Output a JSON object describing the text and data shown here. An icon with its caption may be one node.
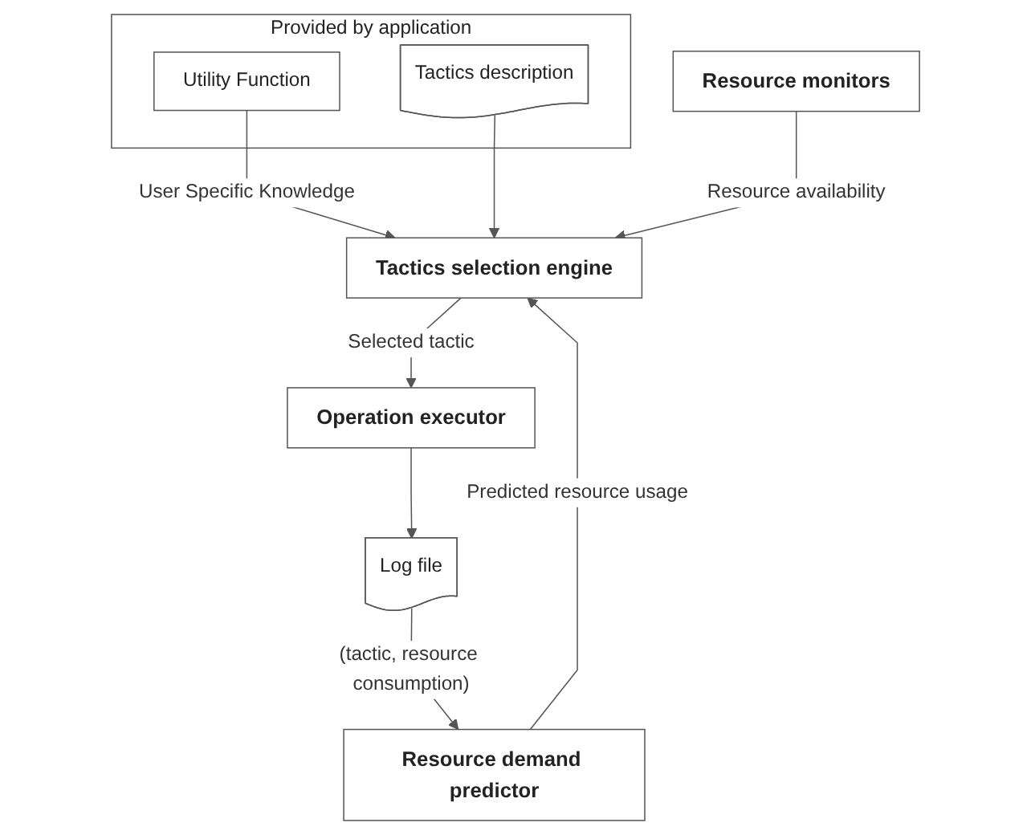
{
  "diagram": {
    "nodes": [
      {
        "text": [
          "Provided by application"
        ]
      },
      {
        "text": [
          "Tactics description"
        ],
        "in": 0
      },
      {
        "text": [
          "Utility Function"
        ],
        "in": 0
      },
      {
        "text": [
          "Tactics selection engine"
        ]
      },
      {
        "text": [
          "Operation executor"
        ]
      },
      {
        "text": [
          "Resource monitors"
        ]
      },
      {
        "text": [
          "Resource demand predictor"
        ]
      },
      {
        "text": [
          "Log file"
        ]
      }
    ],
    "edges": [
      {
        "from": 2,
        "to": 3,
        "arrow": "to",
        "label": "User Specific Knowledge"
      },
      {
        "from": 1,
        "to": 3,
        "arrow": "to"
      },
      {
        "from": 5,
        "to": 3,
        "arrow": "to",
        "label": "Resource availability"
      },
      {
        "from": 3,
        "to": 4,
        "arrow": "to",
        "label": "Selected tactic"
      },
      {
        "from": 6,
        "to": 3,
        "arrow": "to",
        "label": "Predicted resource usage"
      },
      {
        "from": 4,
        "to": 7,
        "arrow": "to"
      },
      {
        "from": 7,
        "to": 6,
        "arrow": "to",
        "label": "(tactic, resource consumption)"
      }
    ]
  }
}
